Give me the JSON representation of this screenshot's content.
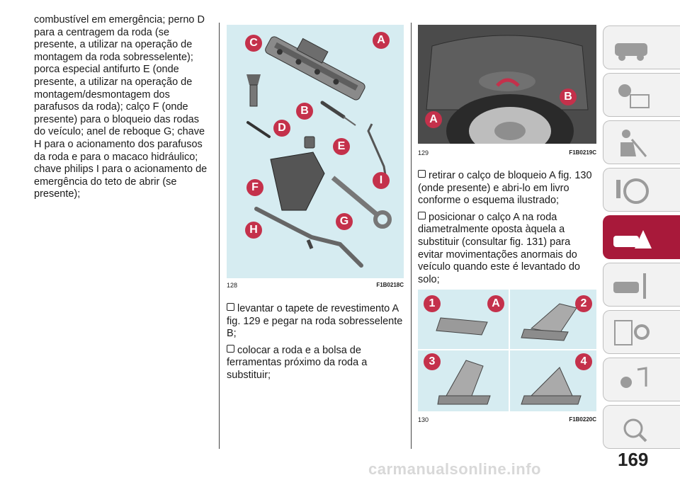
{
  "col1": {
    "text": "combustível em emergência; perno D para a centragem da roda (se presente, a utilizar na operação de montagem da roda sobresselente); porca especial antifurto E (onde presente, a utilizar na operação de montagem/desmontagem dos parafusos da roda); calço F (onde presente) para o bloqueio das rodas do veículo; anel de reboque G; chave H para o acionamento dos parafusos da roda e para o macaco hidráulico; chave philips I para o acionamento de emergência do teto de abrir (se presente);"
  },
  "figures": [
    {
      "number": "128",
      "code": "F1B0218C",
      "labels": [
        "C",
        "A",
        "B",
        "D",
        "E",
        "F",
        "I",
        "G",
        "H"
      ]
    },
    {
      "number": "129",
      "code": "F1B0219C",
      "labels": [
        "A",
        "B"
      ]
    },
    {
      "number": "130",
      "code": "F1B0220C",
      "labels": [
        "1",
        "A",
        "2",
        "3",
        "4"
      ]
    }
  ],
  "col2": {
    "items": [
      "levantar o tapete de revestimento A fig. 129 e pegar na roda sobresselente B;",
      "colocar a roda e a bolsa de ferramentas próximo da roda a substituir;"
    ]
  },
  "col3": {
    "items": [
      "retirar o calço de bloqueio A fig. 130 (onde presente) e abri-lo em livro conforme o esquema ilustrado;",
      "posicionar o calço A na roda diametralmente oposta àquela a substituir (consultar fig. 131) para evitar movimentações anormais do veículo quando este é levantado do solo;"
    ]
  },
  "tabs": [
    {
      "icon": "car-dashboard-icon",
      "active": false
    },
    {
      "icon": "warning-lights-icon",
      "active": false
    },
    {
      "icon": "safety-seatbelt-icon",
      "active": false
    },
    {
      "icon": "steering-wheel-icon",
      "active": false
    },
    {
      "icon": "emergency-breakdown-icon",
      "active": true
    },
    {
      "icon": "maintenance-car-icon",
      "active": false
    },
    {
      "icon": "technical-data-icon",
      "active": false
    },
    {
      "icon": "multimedia-icon",
      "active": false
    },
    {
      "icon": "index-alphabet-icon",
      "active": false
    }
  ],
  "page_number": "169",
  "watermark": "carmanualsonline.info",
  "colors": {
    "accent": "#a8193a",
    "callout": "#c4314b",
    "figure_bg": "#d6ecf1"
  }
}
